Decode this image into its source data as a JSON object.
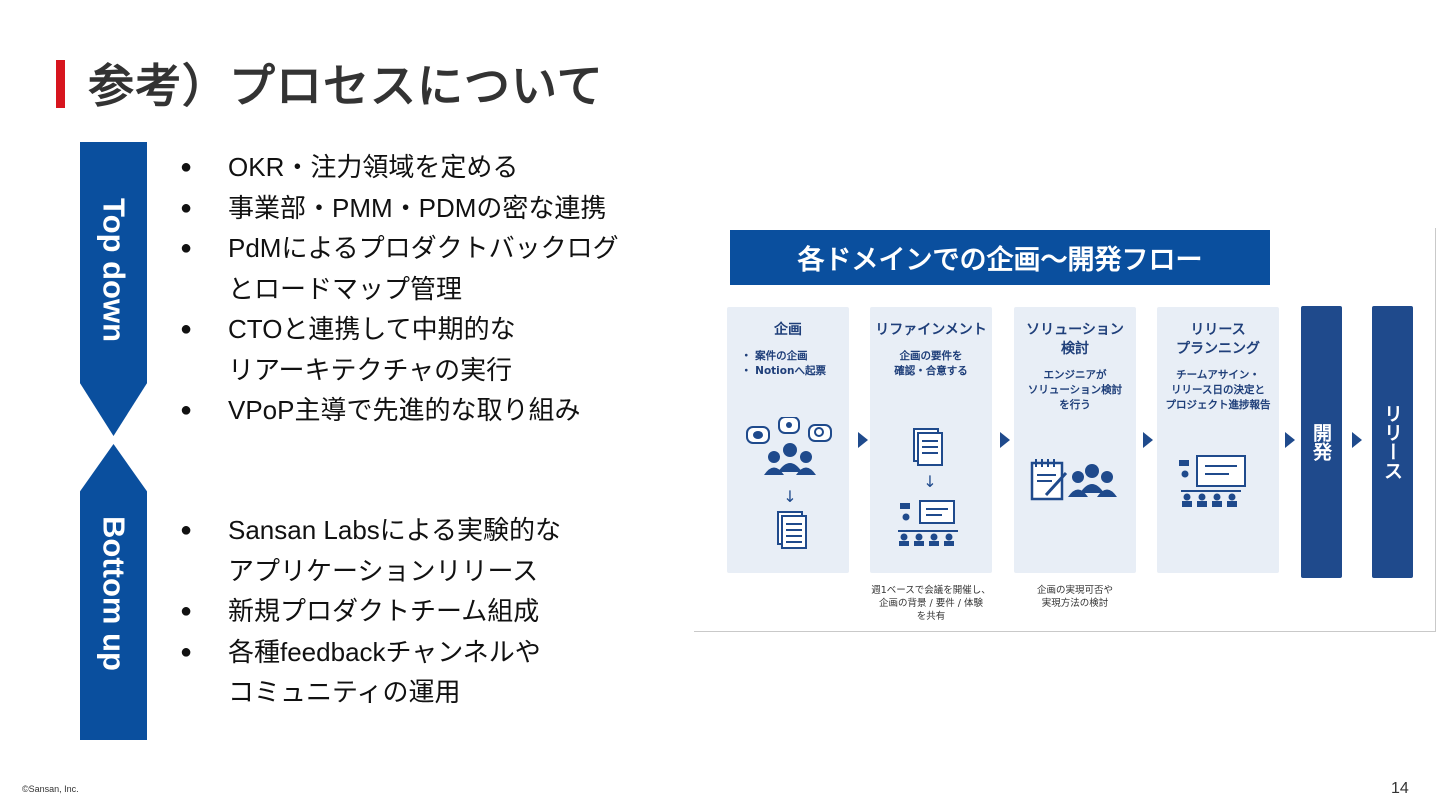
{
  "slide": {
    "title": "参考）プロセスについて",
    "copyright": "©Sansan, Inc.",
    "page_number": "14"
  },
  "top_down": {
    "label": "Top down",
    "bullets": [
      "OKR・注力領域を定める",
      "事業部・PMM・PDMの密な連携",
      "PdMによるプロダクトバックログ",
      "とロードマップ管理",
      "CTOと連携して中期的な",
      "リアーキテクチャの実行",
      "VPoP主導で先進的な取り組み"
    ]
  },
  "bottom_up": {
    "label": "Bottom up",
    "bullets": [
      "Sansan Labsによる実験的な",
      "アプリケーションリリース",
      "新規プロダクトチーム組成",
      "各種feedbackチャンネルや",
      "コミュニティの運用"
    ]
  },
  "flow": {
    "title": "各ドメインでの企画〜開発フロー",
    "steps": [
      {
        "title": "企画",
        "desc": "・ 案件の企画\n・ Notionへ起票"
      },
      {
        "title": "リファインメント",
        "desc": "企画の要件を\n確認・合意する"
      },
      {
        "title": "ソリューション\n検討",
        "desc": "エンジニアが\nソリューション検討\nを行う"
      },
      {
        "title": "リリース\nプランニング",
        "desc": "チームアサイン・\nリリース日の決定と\nプロジェクト進捗報告"
      }
    ],
    "dev_label": "開発",
    "release_label": "リリース",
    "notes": [
      "週1ベースで会議を開催し、\n企画の背景 / 要件 / 体験\nを共有",
      "企画の実現可否や\n実現方法の検討"
    ],
    "accent": "#0a4f9e",
    "dark_accent": "#1f4a8c",
    "card_bg": "#e8eef6"
  }
}
